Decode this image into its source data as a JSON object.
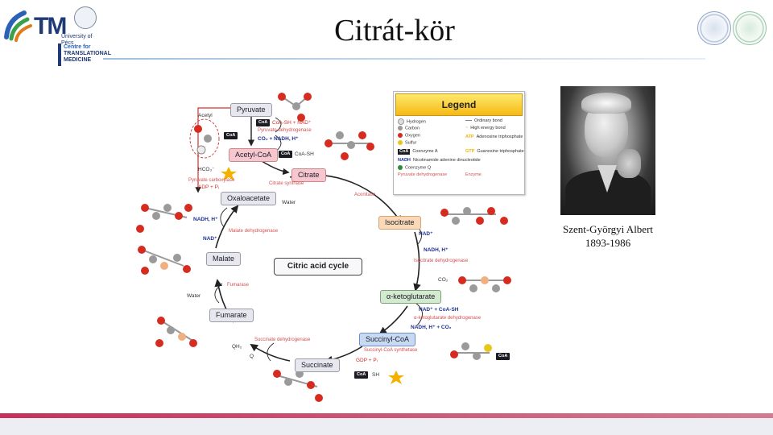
{
  "slide": {
    "title": "Citrát-kör",
    "logo": {
      "letters": "TM",
      "university": "University of Pécs",
      "centre": [
        "Centre for",
        "TRANSLATIONAL",
        "MEDICINE"
      ]
    },
    "portrait_caption": [
      "Szent-Györgyi Albert",
      "1893-1986"
    ]
  },
  "colors": {
    "footer_accent": "#c6305a",
    "cycle_arrow": "#222222",
    "legend_header": "#f5c21b",
    "logo_navy": "#1f3a75"
  },
  "diagram": {
    "center_label": "Citric acid cycle",
    "molecules": {
      "pyruvate": "Pyruvate",
      "acetyl_coa": "Acetyl-CoA",
      "citrate": "Citrate",
      "isocitrate": "Isocitrate",
      "alpha_ketoglutarate": "α-ketoglutarate",
      "succinyl_coa": "Succinyl-CoA",
      "succinate": "Succinate",
      "fumarate": "Fumarate",
      "malate": "Malate",
      "oxaloacetate": "Oxaloacetate"
    },
    "labels": {
      "acetyl": "Acetyl",
      "coa_sh_nad": "CoA-SH + NAD⁺",
      "pyruvate_dehydrogenase": "Pyruvate dehydrogenase",
      "co2_nadh": "CO₂ + NADH, H⁺",
      "coa_sh": "CoA-SH",
      "hco3": "HCO₃⁻",
      "pyruvate_carboxylase": "Pyruvate carboxylase",
      "adp_pi": "ADP + Pᵢ",
      "citrate_synthase": "Citrate synthase",
      "water_1": "Water",
      "aconitase": "Aconitase",
      "nadh_1": "NADH, H⁺",
      "malate_dehydrogenase": "Malate dehydrogenase",
      "nad_1": "NAD⁺",
      "nad_2": "NAD⁺",
      "nadh_2": "NADH, H⁺",
      "isocitrate_dehydrogenase": "Isocitrate dehydrogenase",
      "co2_1": "CO₂",
      "fumarase": "Fumarase",
      "water_2": "Water",
      "nad_coa": "NAD⁺ + CoA-SH",
      "akg_dehydrogenase": "α-ketoglutarate dehydrogenase",
      "nadh_co2": "NADH, H⁺ + CO₂",
      "succinate_dehydrogenase": "Succinate dehydrogenase",
      "qh2": "QH₂",
      "q": "Q",
      "succinyl_synthetase": "Succinyl-CoA synthetase",
      "gdp_pi": "GDP + Pᵢ",
      "sh": "SH",
      "coa_tag": "CoA",
      "atp_tag": "ATP",
      "gtp_tag": "GTP"
    }
  },
  "legend": {
    "title": "Legend",
    "items": [
      {
        "label": "Hydrogen",
        "icon": "hydrogen-atom",
        "color": "#dddddd"
      },
      {
        "label": "Carbon",
        "icon": "carbon-atom",
        "color": "#9a9a9a"
      },
      {
        "label": "Oxygen",
        "icon": "oxygen-atom",
        "color": "#d62b1f"
      },
      {
        "label": "Sulfur",
        "icon": "sulfur-atom",
        "color": "#e8c61a"
      },
      {
        "label": "Coenzyme A",
        "icon": "coa-tag",
        "color": "#1b1b22"
      },
      {
        "label": "Nicotinamide adenine dinucleotide",
        "icon": "nadh",
        "color": "#1d2f8f"
      },
      {
        "label": "Coenzyme Q",
        "icon": "q",
        "color": "#2e8b3a"
      },
      {
        "label": "Pyruvate dehydrogenase",
        "icon": "enzyme",
        "color": "#d45050"
      },
      {
        "label": "Ordinary bond",
        "icon": "bond",
        "color": "#888888"
      },
      {
        "label": "High energy bond",
        "icon": "squiggle",
        "color": "#d6a020"
      },
      {
        "label": "Adenosine triphosphate",
        "icon": "atp-star",
        "color": "#f0b400"
      },
      {
        "label": "Guanosine triphosphate",
        "icon": "gtp-star",
        "color": "#f0b400"
      },
      {
        "label": "Enzyme",
        "icon": "enzyme-text",
        "color": "#d45050"
      }
    ],
    "nadh_symbol": "NADH",
    "coa_symbol": "CoA",
    "atp_symbol": "ATP",
    "gtp_symbol": "GTP"
  }
}
